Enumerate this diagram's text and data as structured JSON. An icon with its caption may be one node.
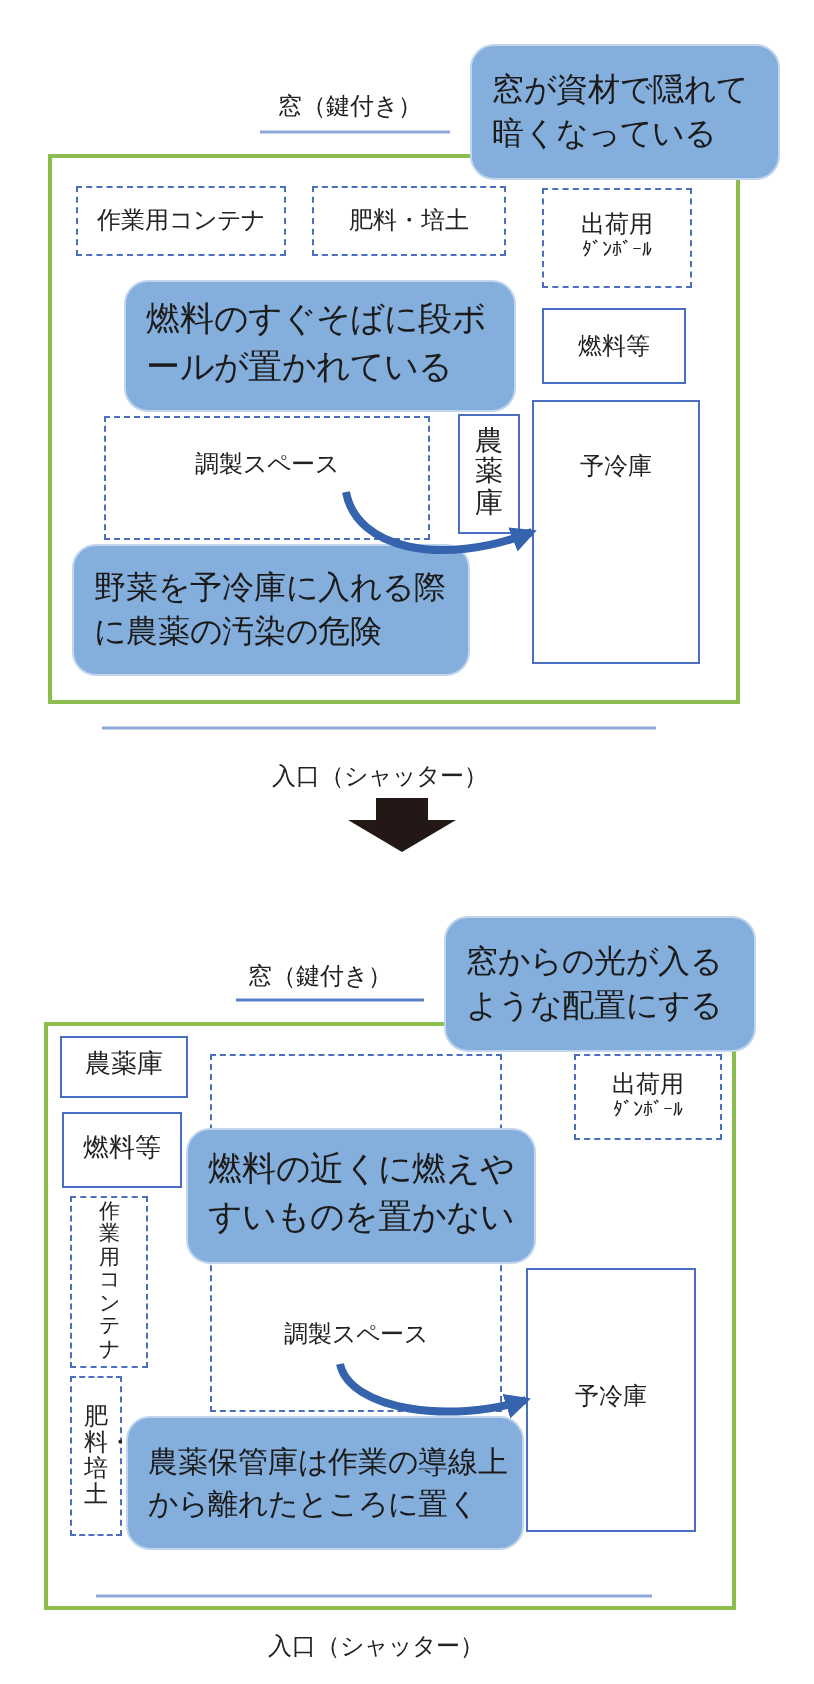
{
  "diagram": {
    "nodes": [
      {
        "text": [
          "窓が資材で隠れて暗くなっている"
        ]
      },
      {
        "text": [],
        "shape": "box"
      },
      {
        "text": [
          "作業用コンテナ"
        ],
        "in": 1
      },
      {
        "text": [
          "肥料・培土"
        ],
        "in": 1
      },
      {
        "text": [
          "出荷用",
          "ﾀﾞﾝﾎﾞｰﾙ"
        ],
        "in": 1
      },
      {
        "text": [
          "燃料等"
        ],
        "in": 1
      },
      {
        "text": [
          "調製スペース"
        ],
        "in": 1
      },
      {
        "text": [
          "燃料のすぐそばに段ボールが置かれている"
        ],
        "in": 1
      },
      {
        "text": [
          "農薬庫"
        ],
        "in": 1
      },
      {
        "text": [
          "予冷庫"
        ],
        "in": 1
      },
      {
        "text": [
          "野菜を予冷庫に入れる際に農薬の汚染の危険"
        ],
        "in": 1
      },
      {
        "text": [
          "窓からの光が入るような配置にする"
        ]
      },
      {
        "text": [],
        "shape": "box"
      },
      {
        "text": [
          "農薬庫"
        ],
        "in": 12
      },
      {
        "text": [
          "燃料等"
        ],
        "in": 12
      },
      {
        "text": [
          "作業用コンテナ"
        ],
        "in": 12
      },
      {
        "text": [
          "肥料・培土"
        ],
        "in": 12
      },
      {
        "text": [
          "調製スペース"
        ],
        "in": 12
      },
      {
        "text": [
          "出荷用",
          "ﾀﾞﾝﾎﾞｰﾙ"
        ],
        "in": 12
      },
      {
        "text": [
          "燃料の近くに燃えやすいものを置かない"
        ],
        "in": 12
      },
      {
        "text": [
          "予冷庫"
        ],
        "in": 12
      },
      {
        "text": [
          "農薬保管庫は作業の導線上から離れたところに置く"
        ],
        "in": 12
      }
    ],
    "edges": [
      {
        "from": 6,
        "to": 9,
        "arrow": "to"
      },
      {
        "from": 17,
        "to": 20,
        "arrow": "to"
      }
    ],
    "labels": [
      "窓（鍵付き）",
      "入口（シャッター）",
      "窓（鍵付き）",
      "入口（シャッター）"
    ]
  }
}
